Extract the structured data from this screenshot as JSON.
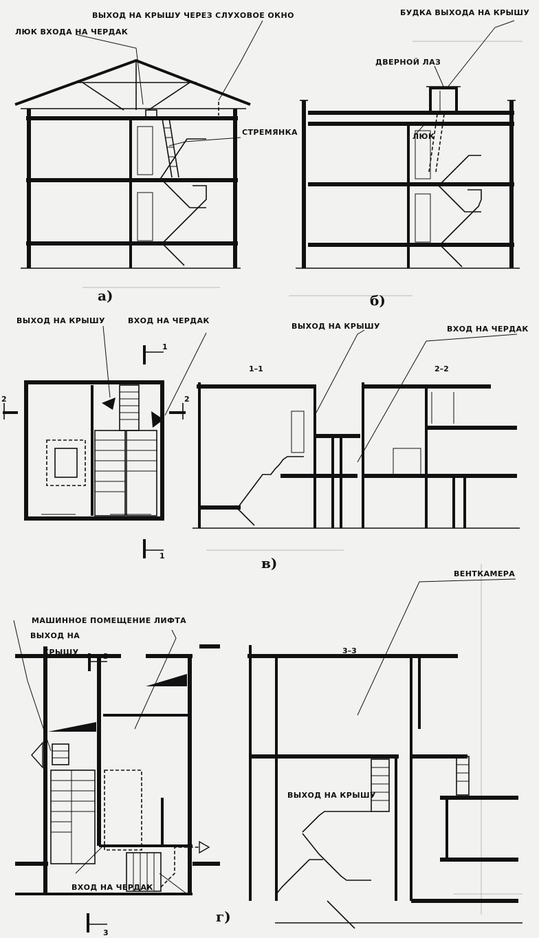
{
  "labels": {
    "a_dormer_exit": "ВЫХОД НА КРЫШУ ЧЕРЕЗ СЛУХОВОЕ ОКНО",
    "a_attic_hatch": "ЛЮК ВХОДА НА ЧЕРДАК",
    "a_ladder": "СТРЕМЯНКА",
    "b_roof_booth": "БУДКА ВЫХОДА НА КРЫШУ",
    "b_door_hatch": "ДВЕРНОЙ ЛАЗ",
    "b_hatch": "ЛЮК",
    "v_roof_exit": "ВЫХОД НА КРЫШУ",
    "v_attic_entry": "ВХОД НА ЧЕРДАК",
    "v_section_roof_exit": "ВЫХОД НА КРЫШУ",
    "v_section_attic_entry": "ВХОД НА ЧЕРДАК",
    "g_machine_room": "МАШИННОЕ ПОМЕЩЕНИЕ ЛИФТА",
    "g_roof_exit_l1": "ВЫХОД НА",
    "g_roof_exit_l2": "КРЫШУ",
    "g_vent_chamber": "ВЕНТКАМЕРА",
    "g_section_roof_exit": "ВЫХОД НА КРЫШУ",
    "g_attic_entry": "ВХОД НА ЧЕРДАК"
  },
  "figure_letters": {
    "a": "а)",
    "b": "б)",
    "v": "в)",
    "g": "г)"
  },
  "sections": {
    "s1": "1–1",
    "s2": "2–2",
    "s3": "3–3",
    "mark1": "1",
    "mark2": "2",
    "mark3": "3"
  }
}
